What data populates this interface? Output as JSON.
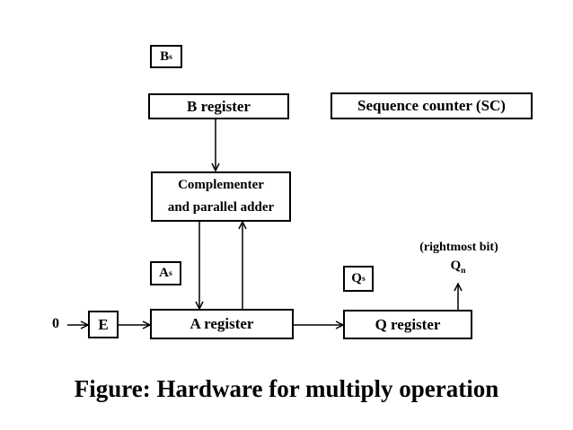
{
  "diagram": {
    "bs": {
      "main": "B",
      "sub": "s"
    },
    "b_register": "B register",
    "sequence_counter": "Sequence counter (SC)",
    "complementer_line1": "Complementer",
    "complementer_line2": "and parallel adder",
    "as": {
      "main": "A",
      "sub": "s"
    },
    "qs": {
      "main": "Q",
      "sub": "s"
    },
    "rightmost_bit": "(rightmost bit)",
    "qn": {
      "main": "Q",
      "sub": "n"
    },
    "zero_input": "0",
    "e_register": "E",
    "a_register": "A register",
    "q_register": "Q register"
  },
  "caption": "Figure: Hardware for multiply operation"
}
